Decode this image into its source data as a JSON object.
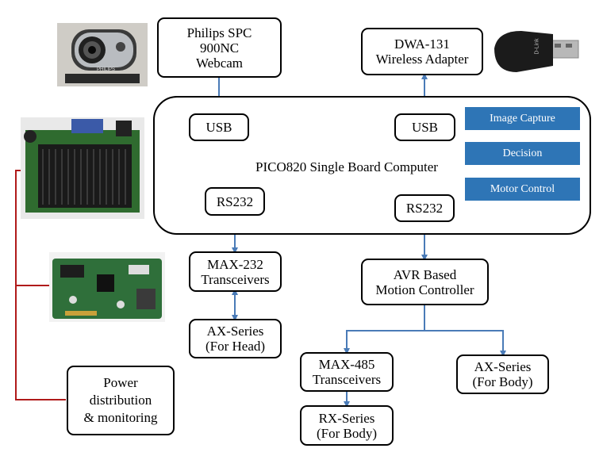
{
  "webcam_box": "Philips SPC\n900NC\nWebcam",
  "adapter_box": "DWA-131\nWireless Adapter",
  "board_label": "PICO820 Single Board Computer",
  "usb_left": "USB",
  "usb_right": "USB",
  "rs232_left": "RS232",
  "rs232_right": "RS232",
  "pipeline": [
    "Image Capture",
    "Decision",
    "Motor Control"
  ],
  "max232_box": "MAX-232\nTransceivers",
  "ax_head_box": "AX-Series\n(For Head)",
  "avr_box": "AVR Based\nMotion Controller",
  "max485_box": "MAX-485\nTransceivers",
  "ax_body_box": "AX-Series\n(For Body)",
  "rx_body_box": "RX-Series\n(For Body)",
  "power_box": "Power\ndistribution\n& monitoring",
  "webcam_brand": "PHILIPS",
  "adapter_brand": "D-Link",
  "colors": {
    "arrow": "#4a7bb7",
    "power_line": "#b01a1a",
    "pipeline_fill": "#2e75b6"
  }
}
